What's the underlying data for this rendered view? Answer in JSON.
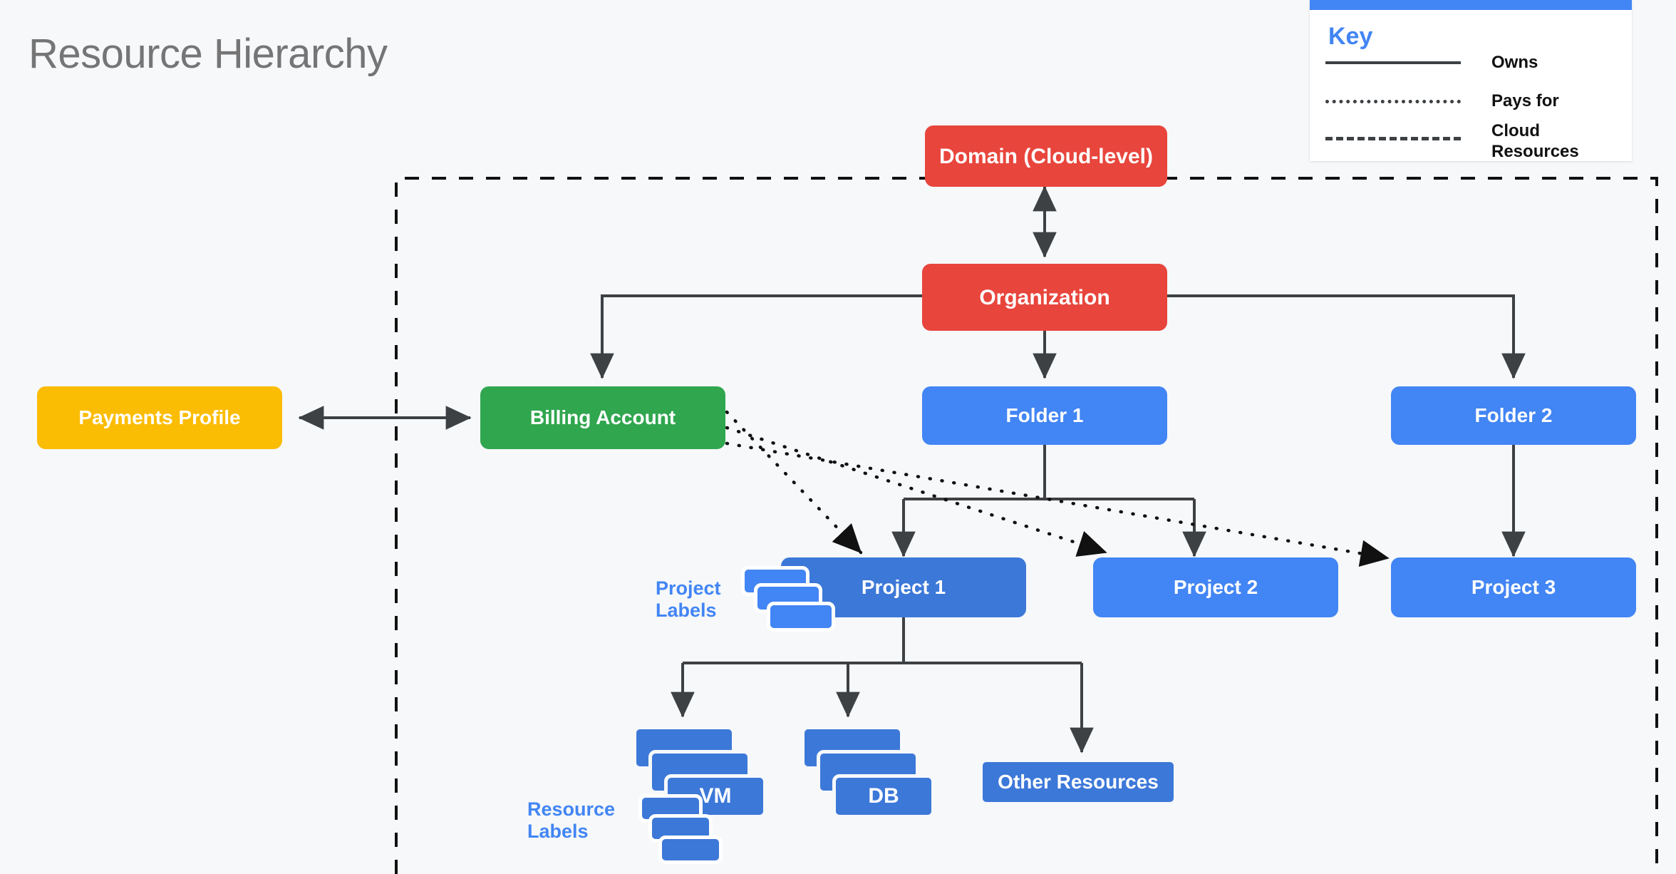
{
  "page": {
    "title": "Resource Hierarchy",
    "background_color": "#f6f8fa"
  },
  "legend": {
    "heading": "Key",
    "accent_color": "#4285F4",
    "items": [
      {
        "label": "Owns",
        "style": "solid"
      },
      {
        "label": "Pays for",
        "style": "dotted"
      },
      {
        "label": "Cloud\nResources",
        "style": "dashed"
      }
    ]
  },
  "nodes": {
    "domain": {
      "label": "Domain (Cloud-level)",
      "color": "#E8453C"
    },
    "organization": {
      "label": "Organization",
      "color": "#E8453C"
    },
    "payments_profile": {
      "label": "Payments Profile",
      "color": "#FBBC04"
    },
    "billing_account": {
      "label": "Billing Account",
      "color": "#30A64F"
    },
    "folder_1": {
      "label": "Folder 1",
      "color": "#4285F4"
    },
    "folder_2": {
      "label": "Folder 2",
      "color": "#4285F4"
    },
    "project_1": {
      "label": "Project 1",
      "color": "#3C78D8"
    },
    "project_2": {
      "label": "Project 2",
      "color": "#4285F4"
    },
    "project_3": {
      "label": "Project 3",
      "color": "#4285F4"
    },
    "vm": {
      "label": "VM",
      "color": "#3C78D8"
    },
    "db": {
      "label": "DB",
      "color": "#3C78D8"
    },
    "other_resources": {
      "label": "Other Resources",
      "color": "#3C78D8"
    }
  },
  "annotations": {
    "project_labels": "Project\nLabels",
    "resource_labels": "Resource\nLabels",
    "annotation_color": "#4285F4"
  },
  "boundary": {
    "style": "dashed",
    "meaning": "Cloud Resources"
  },
  "edges": [
    {
      "from": "domain",
      "to": "organization",
      "style": "solid",
      "arrow": "both",
      "meaning": "Owns"
    },
    {
      "from": "payments_profile",
      "to": "billing_account",
      "style": "solid",
      "arrow": "both",
      "meaning": "Owns"
    },
    {
      "from": "organization",
      "to": "billing_account",
      "style": "solid",
      "arrow": "end",
      "meaning": "Owns"
    },
    {
      "from": "organization",
      "to": "folder_1",
      "style": "solid",
      "arrow": "end",
      "meaning": "Owns"
    },
    {
      "from": "organization",
      "to": "folder_2",
      "style": "solid",
      "arrow": "end",
      "meaning": "Owns"
    },
    {
      "from": "folder_1",
      "to": "project_1",
      "style": "solid",
      "arrow": "end",
      "meaning": "Owns"
    },
    {
      "from": "folder_1",
      "to": "project_2",
      "style": "solid",
      "arrow": "end",
      "meaning": "Owns"
    },
    {
      "from": "folder_2",
      "to": "project_3",
      "style": "solid",
      "arrow": "end",
      "meaning": "Owns"
    },
    {
      "from": "project_1",
      "to": "vm",
      "style": "solid",
      "arrow": "end",
      "meaning": "Owns"
    },
    {
      "from": "project_1",
      "to": "db",
      "style": "solid",
      "arrow": "end",
      "meaning": "Owns"
    },
    {
      "from": "project_1",
      "to": "other_resources",
      "style": "solid",
      "arrow": "end",
      "meaning": "Owns"
    },
    {
      "from": "billing_account",
      "to": "project_1",
      "style": "dotted",
      "arrow": "end",
      "meaning": "Pays for"
    },
    {
      "from": "billing_account",
      "to": "project_2",
      "style": "dotted",
      "arrow": "end",
      "meaning": "Pays for"
    },
    {
      "from": "billing_account",
      "to": "project_3",
      "style": "dotted",
      "arrow": "end",
      "meaning": "Pays for"
    }
  ]
}
